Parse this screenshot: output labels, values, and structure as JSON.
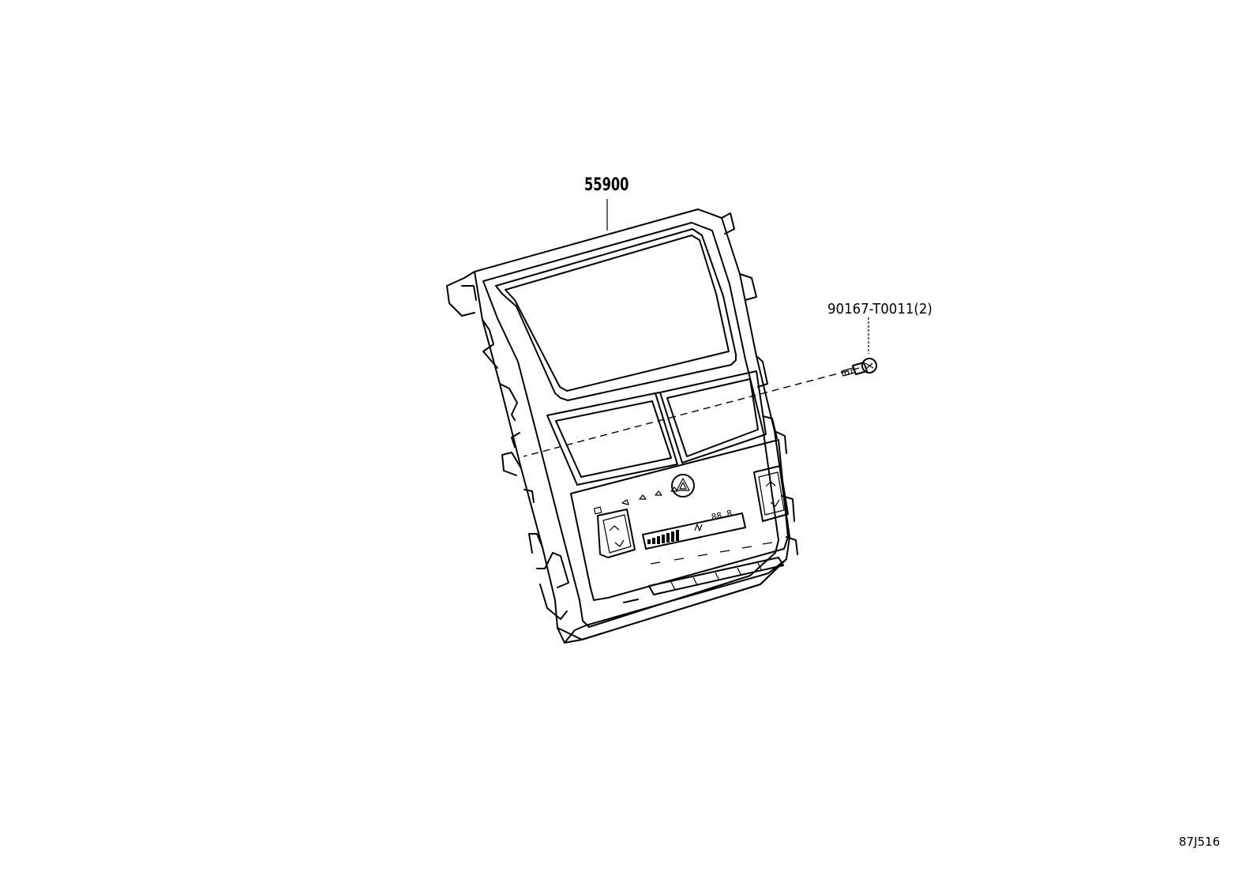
{
  "diagram": {
    "callouts": {
      "panel_part_number": "55900",
      "screw_part_number": "90167-T0011(2)"
    },
    "figure_code": "87J516",
    "display_readout": "88.8"
  }
}
